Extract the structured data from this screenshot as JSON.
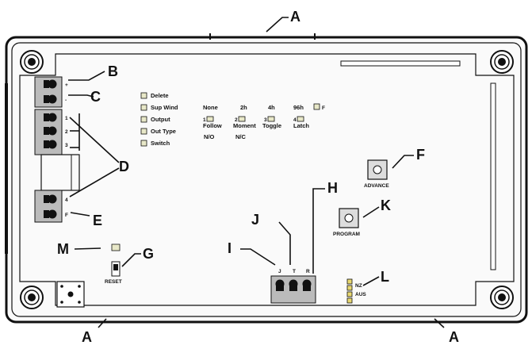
{
  "callouts": {
    "a_top": "A",
    "a_bottom_left": "A",
    "a_bottom_right": "A",
    "b": "B",
    "c": "C",
    "d": "D",
    "e": "E",
    "f": "F",
    "g": "G",
    "h": "H",
    "i": "I",
    "j": "J",
    "k": "K",
    "l": "L",
    "m": "M"
  },
  "terminals": {
    "plus": "+",
    "minus": "-",
    "t1": "1",
    "t2": "2",
    "t3": "3",
    "t4": "4",
    "tF": "F",
    "j": "J",
    "t": "T",
    "r": "R"
  },
  "led_rows": [
    "Delete",
    "Sup Wind",
    "Output",
    "Out Type",
    "Switch"
  ],
  "columns_top": [
    "None",
    "2h",
    "4h",
    "96h"
  ],
  "column_f": "F",
  "output_modes": [
    {
      "num": "1",
      "label": "Follow"
    },
    {
      "num": "2",
      "label": "Moment"
    },
    {
      "num": "3",
      "label": "Toggle"
    },
    {
      "num": "4",
      "label": "Latch"
    }
  ],
  "switch_modes": [
    "N/O",
    "N/C"
  ],
  "buttons": {
    "advance": "ADVANCE",
    "program": "PROGRAM",
    "reset": "RESET"
  },
  "jumper": {
    "nz": "NZ",
    "aus": "AUS"
  }
}
